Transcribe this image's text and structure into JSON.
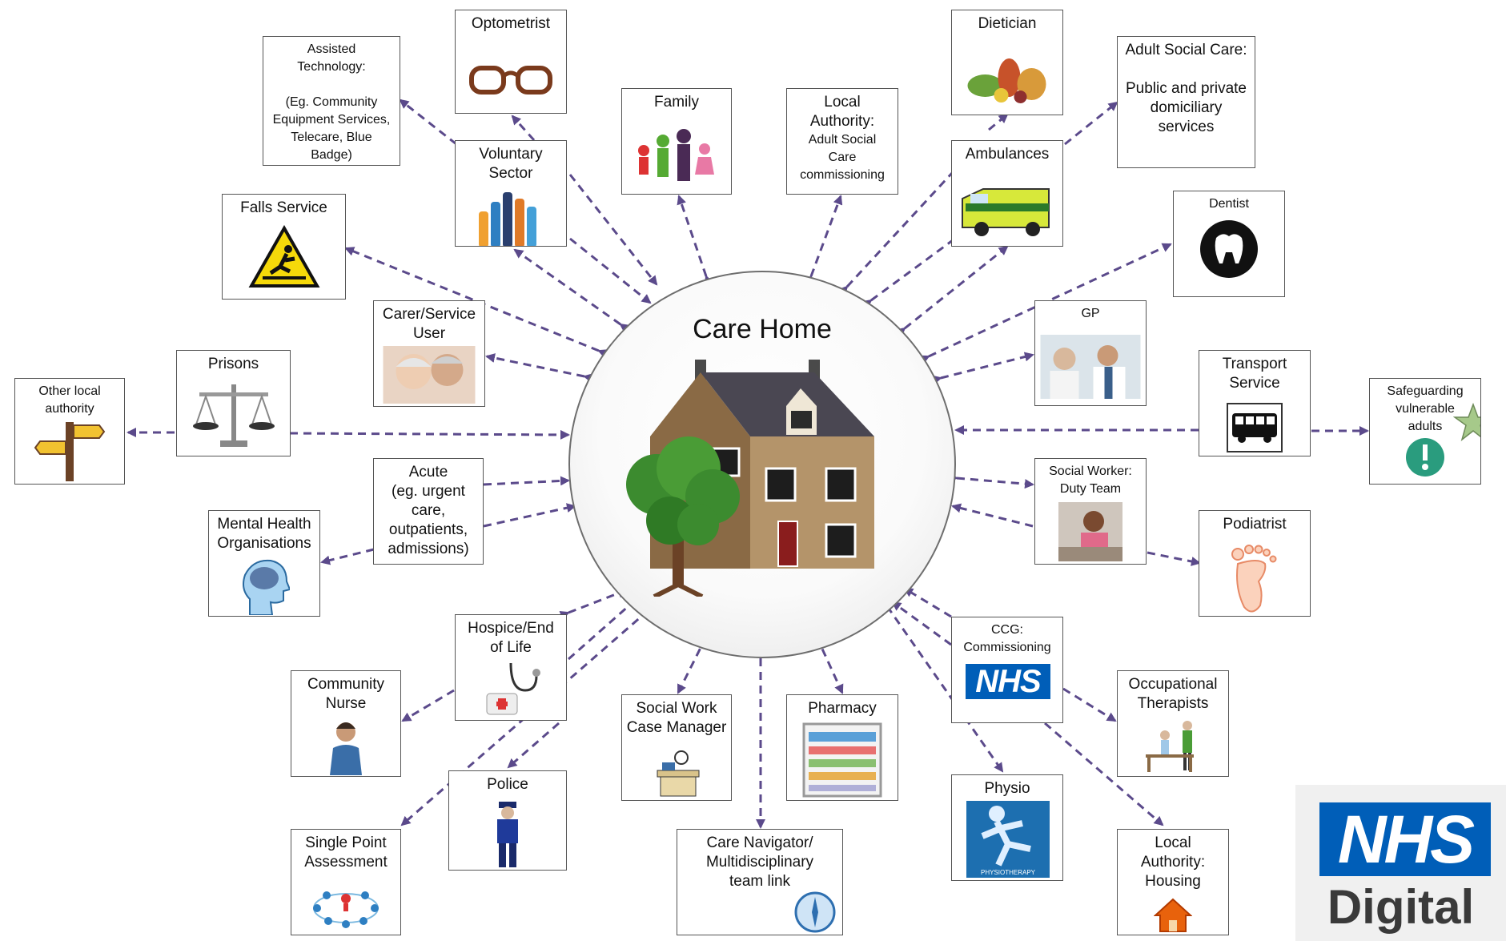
{
  "hub": {
    "title": "Care Home"
  },
  "nodes": {
    "optometrist": {
      "label": "Optometrist"
    },
    "assisted_technology": {
      "label": "Assisted\nTechnology:\n\n(Eg. Community\nEquipment Services,\nTelecare, Blue\nBadge)"
    },
    "falls_service": {
      "label": "Falls Service"
    },
    "voluntary_sector": {
      "label": "Voluntary\nSector"
    },
    "family": {
      "label": "Family"
    },
    "local_authority_commissioning": {
      "label": "Local\nAuthority:",
      "sub": "Adult Social\nCare\ncommissioning"
    },
    "dietician": {
      "label": "Dietician"
    },
    "ambulances": {
      "label": "Ambulances"
    },
    "adult_social_care": {
      "label": "Adult Social Care:\n\nPublic and private\ndomiciliary\nservices"
    },
    "dentist": {
      "label": "Dentist"
    },
    "gp": {
      "label": "GP"
    },
    "carer_service_user": {
      "label": "Carer/Service\nUser"
    },
    "prisons": {
      "label": "Prisons"
    },
    "other_local_authority": {
      "label": "Other local\nauthority"
    },
    "transport_service": {
      "label": "Transport\nService"
    },
    "safeguarding": {
      "label": "Safeguarding\nvulnerable\nadults"
    },
    "acute": {
      "label": "Acute\n(eg. urgent\ncare,\noutpatients,\nadmissions)"
    },
    "mental_health": {
      "label": "Mental Health\nOrganisations"
    },
    "social_worker_duty": {
      "label": "Social Worker:\nDuty Team"
    },
    "podiatrist": {
      "label": "Podiatrist"
    },
    "hospice": {
      "label": "Hospice/End\nof Life"
    },
    "community_nurse": {
      "label": "Community\nNurse"
    },
    "police": {
      "label": "Police"
    },
    "single_point": {
      "label": "Single Point\nAssessment"
    },
    "social_work_case_manager": {
      "label": "Social Work\nCase Manager"
    },
    "care_navigator": {
      "label": "Care Navigator/\nMultidisciplinary\nteam link"
    },
    "pharmacy": {
      "label": "Pharmacy"
    },
    "ccg": {
      "label": "CCG:\nCommissioning",
      "badge": "NHS"
    },
    "physio": {
      "label": "Physio",
      "caption": "PHYSIOTHERAPY"
    },
    "occupational_therapists": {
      "label": "Occupational\nTherapists"
    },
    "local_authority_housing": {
      "label": "Local\nAuthority:\nHousing"
    }
  },
  "logo": {
    "nhs": "NHS",
    "digital": "Digital"
  },
  "colors": {
    "arrow": "#5b4a8b",
    "box_border": "#555555",
    "nhs_blue": "#005eb8",
    "hub_border": "#6e6e6e"
  }
}
